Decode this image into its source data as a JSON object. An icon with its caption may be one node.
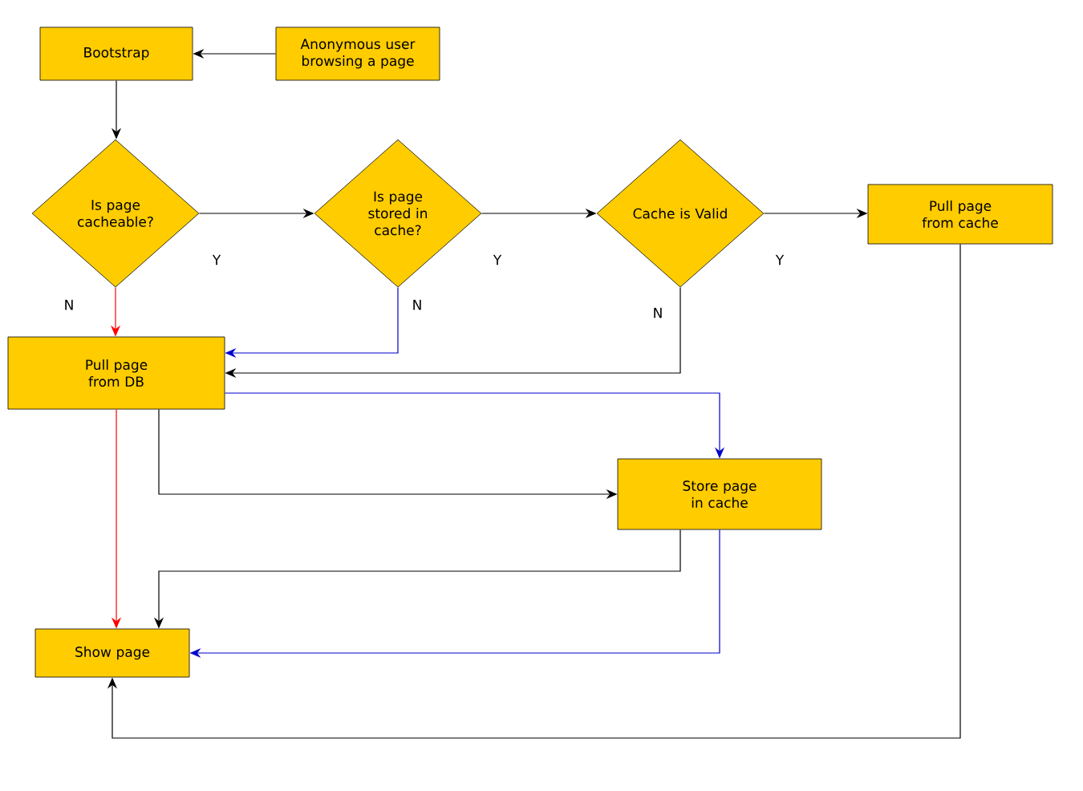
{
  "diagram": {
    "nodes": [
      {
        "text": [
          "Bootstrap"
        ]
      },
      {
        "text": [
          "Anonymous user browsing a page"
        ]
      },
      {
        "text": [
          "Is page cacheable?"
        ]
      },
      {
        "text": [
          "Is page stored in cache?"
        ]
      },
      {
        "text": [
          "Cache is Valid"
        ]
      },
      {
        "text": [
          "Pull page from cache"
        ]
      },
      {
        "text": [
          "Pull page from DB"
        ]
      },
      {
        "text": [
          "Store page in cache"
        ]
      },
      {
        "text": [
          "Show page"
        ]
      }
    ],
    "edges": [
      {
        "from": 1,
        "to": 0,
        "arrow": "to"
      },
      {
        "from": 0,
        "to": 2,
        "arrow": "to"
      },
      {
        "from": 2,
        "to": 3,
        "arrow": "to",
        "label": "Y"
      },
      {
        "from": 3,
        "to": 4,
        "arrow": "to",
        "label": "Y"
      },
      {
        "from": 4,
        "to": 5,
        "arrow": "to",
        "label": "Y"
      },
      {
        "from": 2,
        "to": 6,
        "arrow": "to",
        "label": "N",
        "color": "#ff0000"
      },
      {
        "from": 3,
        "to": 6,
        "arrow": "to",
        "label": "N",
        "color": "#0000cc"
      },
      {
        "from": 4,
        "to": 6,
        "arrow": "to",
        "label": "N"
      },
      {
        "from": 6,
        "to": 7,
        "arrow": "to",
        "color": "#0000cc"
      },
      {
        "from": 6,
        "to": 7,
        "arrow": "to"
      },
      {
        "from": 6,
        "to": 8,
        "arrow": "to",
        "color": "#ff0000"
      },
      {
        "from": 7,
        "to": 8,
        "arrow": "to"
      },
      {
        "from": 7,
        "to": 8,
        "arrow": "to",
        "color": "#0000cc"
      },
      {
        "from": 5,
        "to": 8,
        "arrow": "to"
      }
    ]
  }
}
